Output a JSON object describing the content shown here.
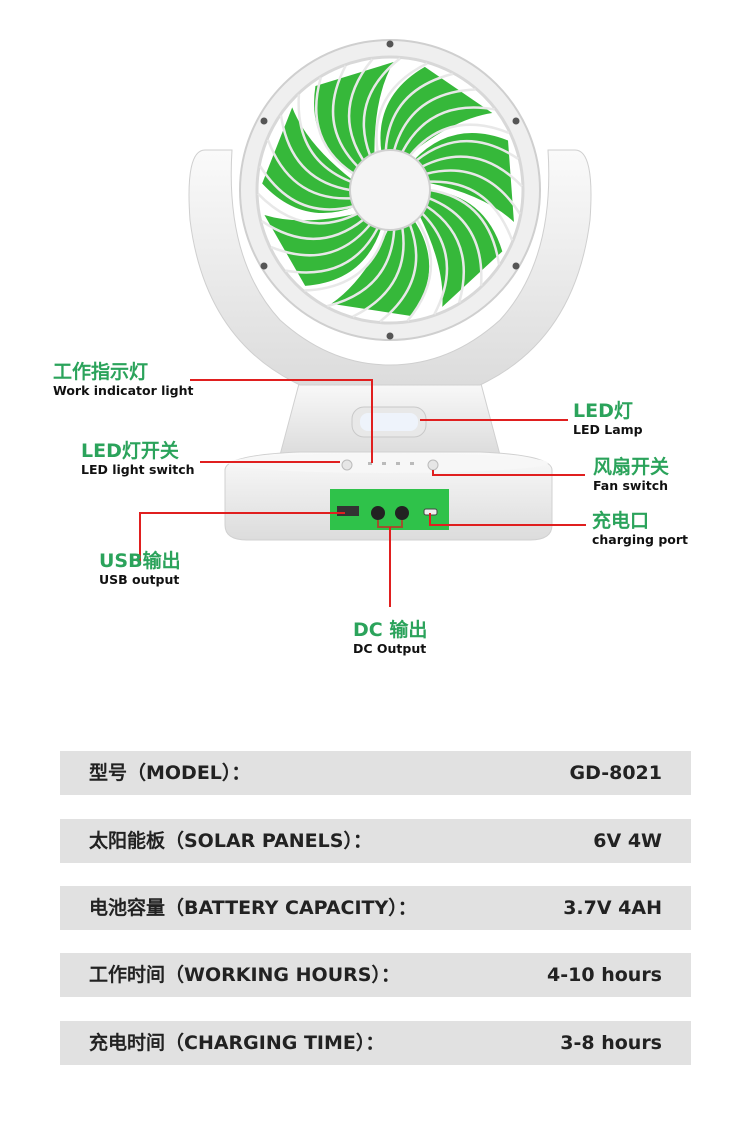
{
  "callouts": [
    {
      "cn": "工作指示灯",
      "en": "Work indicator light"
    },
    {
      "cn": "LED灯开关",
      "en": "LED light switch"
    },
    {
      "cn": "USB输出",
      "en": "USB output"
    },
    {
      "cn": "DC 输出",
      "en": "DC Output"
    },
    {
      "cn": "LED灯",
      "en": "LED Lamp"
    },
    {
      "cn": "风扇开关",
      "en": "Fan switch"
    },
    {
      "cn": "充电口",
      "en": "charging port"
    }
  ],
  "specs": [
    {
      "label": "型号（MODEL）：",
      "value": "GD-8021"
    },
    {
      "label": "太阳能板（SOLAR PANELS）：",
      "value": "6V 4W"
    },
    {
      "label": "电池容量（BATTERY CAPACITY）：",
      "value": "3.7V 4AH"
    },
    {
      "label": "工作时间（WORKING HOURS）：",
      "value": "4-10 hours"
    },
    {
      "label": "充电时间（CHARGING TIME）：",
      "value": "3-8 hours"
    }
  ],
  "colors": {
    "accent": "#2ba35b",
    "leader": "#e01f1f",
    "panel": "#2fc24a",
    "row": "#e1e1e1"
  }
}
